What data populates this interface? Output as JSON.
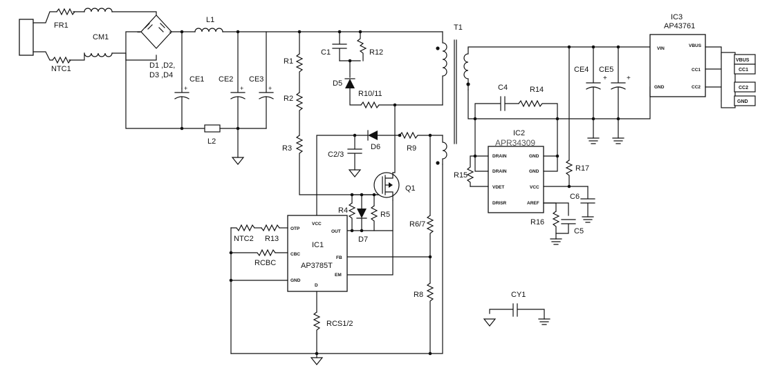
{
  "components": {
    "fr1": "FR1",
    "ntc1": "NTC1",
    "cm1": "CM1",
    "l1": "L1",
    "l2": "L2",
    "bridge": [
      "D1 ,D2,",
      "D3 ,D4"
    ],
    "ce1": "CE1",
    "ce2": "CE2",
    "ce3": "CE3",
    "r1": "R1",
    "r2": "R2",
    "r3": "R3",
    "c1": "C1",
    "r12": "R12",
    "d5": "D5",
    "r10_11": "R10/11",
    "t1": "T1",
    "d6": "D6",
    "r9": "R9",
    "c2_3": "C2/3",
    "q1": "Q1",
    "r4": "R4",
    "d7": "D7",
    "r5": "R5",
    "r6_7": "R6/7",
    "r8": "R8",
    "ntc2": "NTC2",
    "r13": "R13",
    "rcbc": "RCBC",
    "rcs": "RCS1/2",
    "c4": "C4",
    "r14": "R14",
    "r15": "R15",
    "r16": "R16",
    "r17": "R17",
    "c5": "C5",
    "c6": "C6",
    "ce4": "CE4",
    "ce5": "CE5",
    "cy1": "CY1"
  },
  "ic1": {
    "ref": "IC1",
    "part": "AP3785T",
    "pins": {
      "otp": "OTP",
      "vcc": "VCC",
      "out": "OUT",
      "cbc": "CBC",
      "fb": "FB",
      "gnd": "GND",
      "em": "EM",
      "d": "D"
    }
  },
  "ic2": {
    "ref": "IC2",
    "part": "APR34309",
    "pins": {
      "drain1": "DRAIN",
      "drain2": "DRAIN",
      "gnd1": "GND",
      "gnd2": "GND",
      "vdet": "VDET",
      "vcc": "VCC",
      "drisr": "DRISR",
      "aref": "AREF"
    }
  },
  "ic3": {
    "ref": "IC3",
    "part": "AP43761",
    "pins": {
      "vin": "VIN",
      "vbus": "VBUS",
      "cc1": "CC1",
      "gnd": "GND",
      "cc2": "CC2"
    }
  },
  "connector": {
    "vbus": "VBUS",
    "cc1": "CC1",
    "cc2": "CC2",
    "gnd": "GND"
  }
}
